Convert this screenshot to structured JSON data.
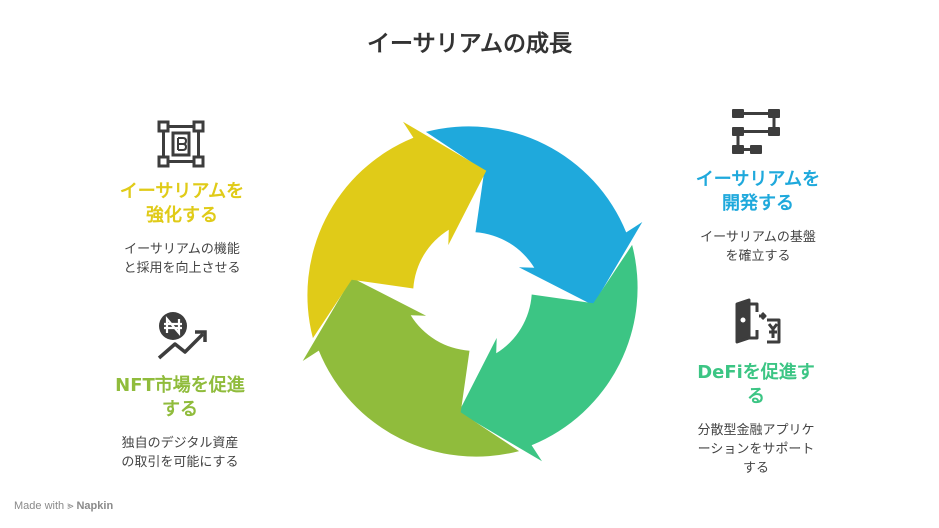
{
  "title": "イーサリアムの成長",
  "colors": {
    "blue": "#1fa9dc",
    "green": "#3cc584",
    "lime": "#90bc3c",
    "yellow": "#e0cb18",
    "icon": "#3d3d3d"
  },
  "steps": [
    {
      "heading_line1": "イーサリアムを",
      "heading_line2": "開発する",
      "desc_line1": "イーサリアムの基盤",
      "desc_line2": "を確立する",
      "icon": "network-nodes-icon"
    },
    {
      "heading_line1": "DeFiを促進す",
      "heading_line2": "る",
      "desc_line1": "分散型金融アプリケ",
      "desc_line2": "ーションをサポート",
      "desc_line3": "する",
      "icon": "wallet-exchange-icon"
    },
    {
      "heading_line1": "NFT市場を促進",
      "heading_line2": "する",
      "desc_line1": "独自のデジタル資産",
      "desc_line2": "の取引を可能にする",
      "icon": "nft-growth-icon"
    },
    {
      "heading_line1": "イーサリアムを",
      "heading_line2": "強化する",
      "desc_line1": "イーサリアムの機能",
      "desc_line2": "と採用を向上させる",
      "icon": "blockchain-chip-icon"
    }
  ],
  "footer": {
    "made_with": "Made with",
    "brand": "Napkin"
  }
}
